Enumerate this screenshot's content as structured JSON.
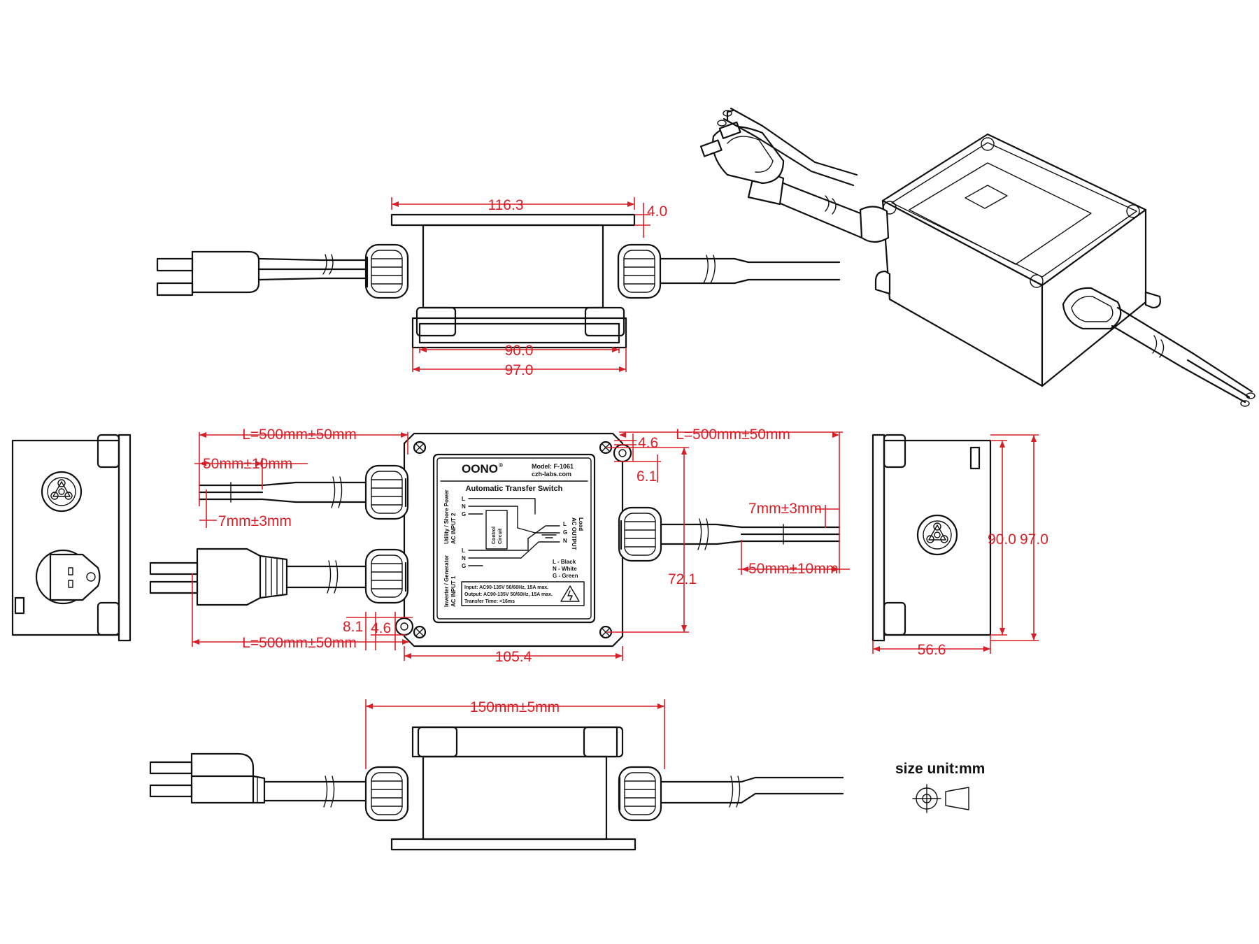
{
  "top_view": {
    "width_label": "116.3",
    "flange_label": "4.0",
    "inner_label": "90.0",
    "outer_label": "97.0"
  },
  "front_view": {
    "cable_len_top_left": "L=500mm±50mm",
    "cable_len_top_right": "L=500mm±50mm",
    "cable_len_bottom_left": "L=500mm±50mm",
    "strip_len_left": "50mm±10mm",
    "strip_len_right": "50mm±10mm",
    "tip_len_left": "7mm±3mm",
    "tip_len_right": "7mm±3mm",
    "hole_dim_a": "4.6",
    "hole_dim_b": "6.1",
    "hole_dim_c": "8.1",
    "hole_dim_d": "4.6",
    "hole_spacing": "72.1",
    "width_label": "105.4"
  },
  "side_view": {
    "inner_height": "90.0",
    "outer_height": "97.0",
    "depth": "56.6"
  },
  "bottom_view": {
    "length_label": "150mm±5mm"
  },
  "legend": {
    "title": "size unit:mm"
  },
  "label_plate": {
    "brand": "OONO",
    "brand_mark": "®",
    "model": "Model: F-1061",
    "website": "czh-labs.com",
    "title": "Automatic Transfer Switch",
    "input2_line1": "Utility / Shore Power",
    "input2_line2": "AC INPUT 2",
    "input1_line1": "Inverter / Generator",
    "input1_line2": "AC INPUT 1",
    "output_line1": "AC OUTPUT",
    "output_line2": "Load",
    "control_line1": "Control",
    "control_line2": "Circuit",
    "term_l": "L",
    "term_n": "N",
    "term_g": "G",
    "wire_l": "L - Black",
    "wire_n": "N - White",
    "wire_g": "G - Green",
    "spec_input": "Input: AC90-135V 50/60Hz, 15A max.",
    "spec_output": "Output: AC90-135V 50/60Hz, 15A max.",
    "spec_transfer": "Transfer Time: <16ms"
  }
}
